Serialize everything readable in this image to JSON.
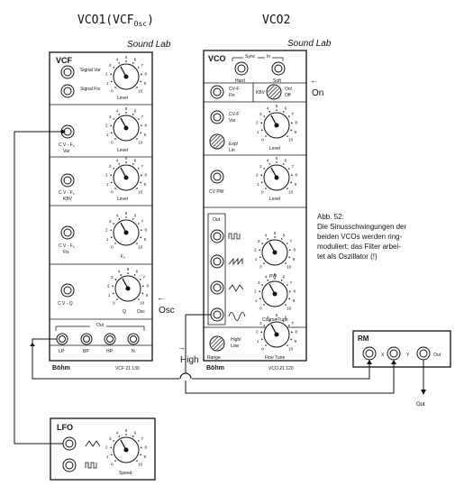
{
  "titles": {
    "vco1": "VCO1(VCF",
    "vco1_sub": "Osc",
    "vco1_close": ")",
    "vco2": "VCO2"
  },
  "brand": "Sound Lab",
  "maker": "Böhm",
  "vcf": {
    "name": "VCF",
    "sig_var": "Signal Var",
    "sig_fix": "Signal Fix",
    "cv_fc": "C V - F",
    "cv_fc_sub": "c",
    "var": "Var",
    "level": "Level",
    "kbv": "KBV",
    "fix": "Fix",
    "fc": "F",
    "fc_sub": "c",
    "cvq": "C V - Q",
    "q": "Q",
    "osc": "Osc",
    "out": "Out",
    "outs": [
      "LP",
      "BP",
      "HP",
      "N"
    ],
    "model": "VCF 21 130"
  },
  "vco": {
    "name": "VCO",
    "sync": "Sync",
    "in": "In",
    "hard": "Hard",
    "soft": "Soft",
    "cvf": "CV-F",
    "fix": "Fix",
    "kbv": "KBV",
    "onoff_on": "On/",
    "onoff_off": "Off",
    "var": "Var",
    "exp": "Exp/",
    "lin": "Lin",
    "level": "Level",
    "cvpw": "CV PW",
    "out": "Out",
    "pw": "PW",
    "coarse": "Coarse Tune",
    "high": "High/",
    "low": "Low",
    "range": "Range",
    "fine": "Fine Tune",
    "model": "VCO 21 120"
  },
  "lfo": {
    "name": "LFO",
    "speed": "Speed"
  },
  "rm": {
    "name": "RM",
    "x": "X",
    "y": "Y",
    "out": "Out"
  },
  "annotations": {
    "on": "On",
    "osc": "Osc",
    "high": "High",
    "out": "Out",
    "arrow": "←",
    "arrow_r": "→"
  },
  "caption": [
    "Abb. 52:",
    "Die Sinusschwingungen der",
    "beiden VCOs werden ring-",
    "moduliert; das Filter arbei-",
    "tet als Oszillator (!)"
  ],
  "knob_nums": [
    "0",
    "1",
    "2",
    "3",
    "4",
    "5",
    "6",
    "7",
    "8",
    "9",
    "10"
  ]
}
